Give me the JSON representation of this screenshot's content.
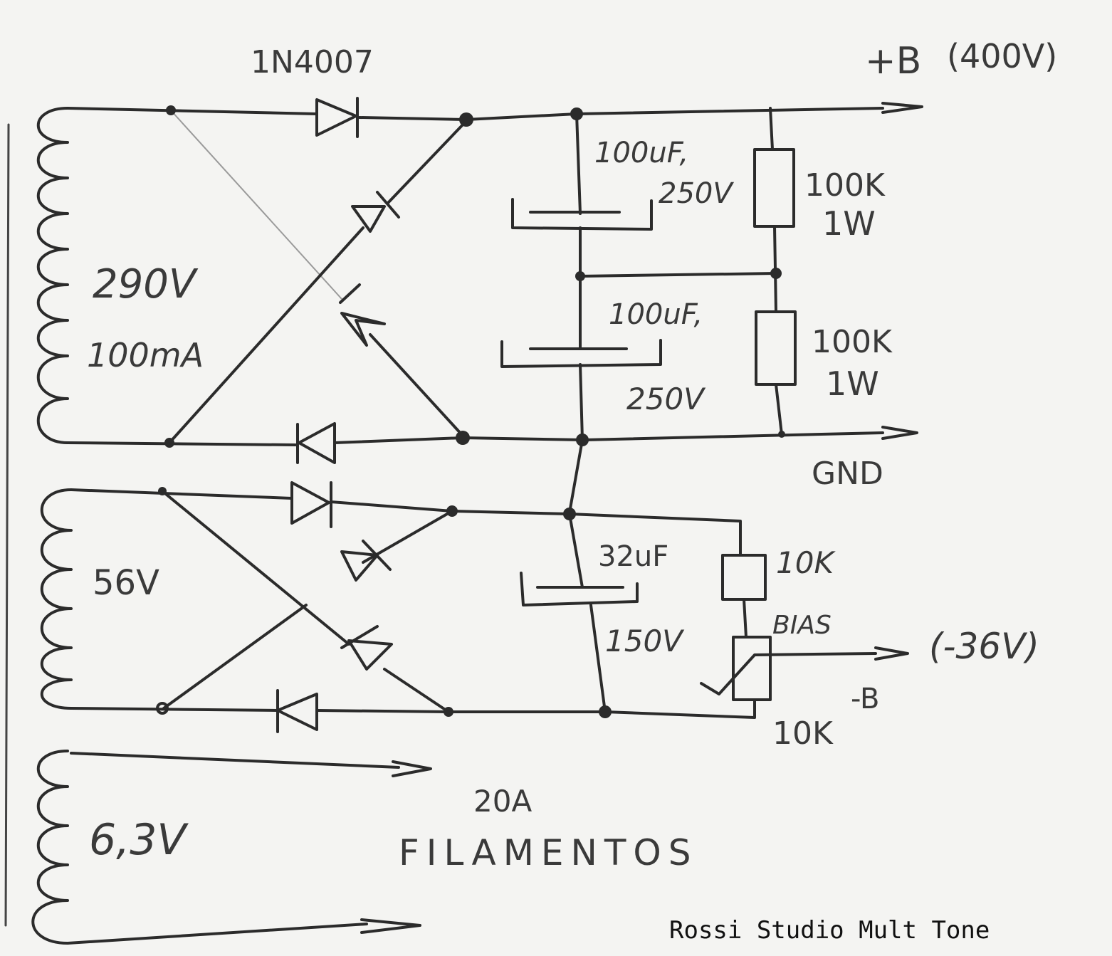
{
  "labels": {
    "diode_part": "1N4007",
    "b_plus": "+B",
    "b_plus_voltage": "(400V)",
    "cap1_value": "100uF,",
    "cap1_voltage": "250V",
    "res1_value": "100K",
    "res1_power": "1W",
    "hv_winding_voltage": "290V",
    "hv_winding_current": "100mA",
    "cap2_value": "100uF,",
    "cap2_voltage": "250V",
    "res2_value": "100K",
    "res2_power": "1W",
    "gnd": "GND",
    "bias_winding_voltage": "56V",
    "cap3_value": "32uF",
    "cap3_voltage": "150V",
    "res3_value": "10K",
    "bias_label": "BIAS",
    "bias_voltage": "(-36V)",
    "b_minus": "-B",
    "pot_value": "10K",
    "heater_voltage": "6,3V",
    "heater_current": "20A",
    "heater_label": "FILAMENTOS",
    "credit": "Rossi Studio Mult Tone"
  }
}
